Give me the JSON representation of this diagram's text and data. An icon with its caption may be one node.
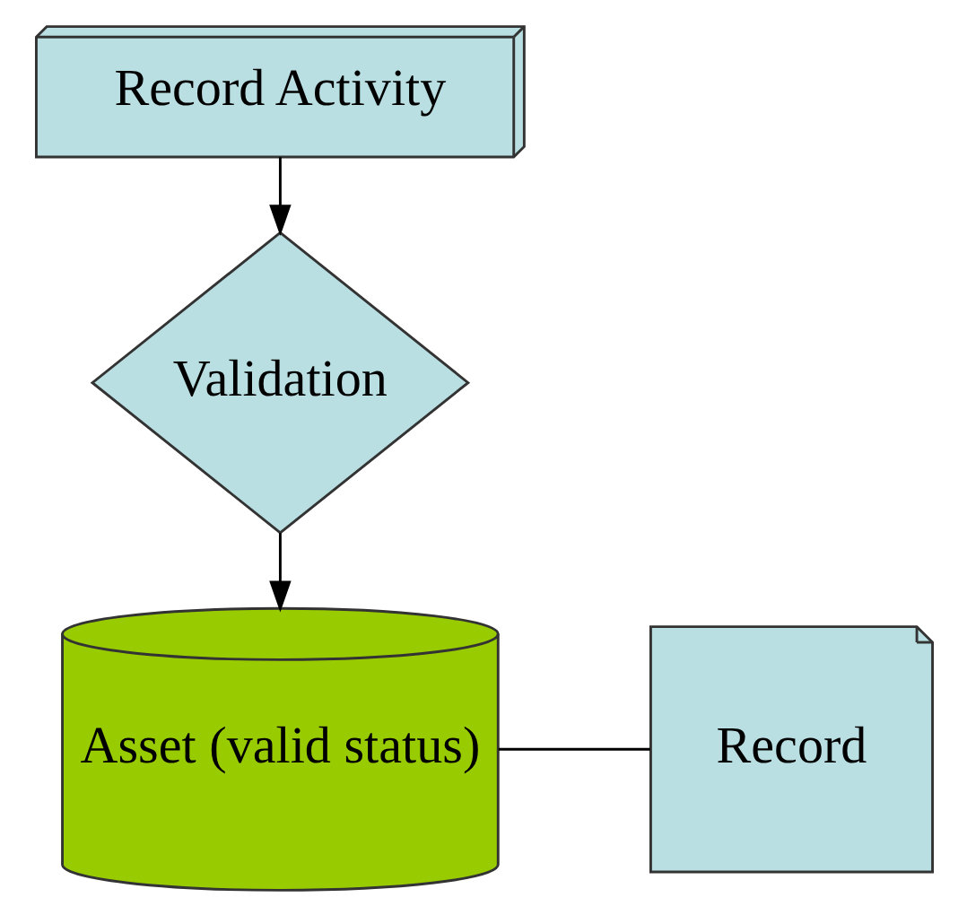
{
  "diagram": {
    "nodes": [
      {
        "text": [
          "Record Activity"
        ]
      },
      {
        "text": [
          "Validation"
        ]
      },
      {
        "text": [
          "Asset (valid status)"
        ]
      },
      {
        "text": [
          "Record"
        ]
      }
    ],
    "edges": [
      {
        "from": 0,
        "to": 1,
        "arrow": "to"
      },
      {
        "from": 1,
        "to": 2,
        "arrow": "to"
      },
      {
        "from": 2,
        "to": 3,
        "arrow": "none"
      }
    ]
  }
}
